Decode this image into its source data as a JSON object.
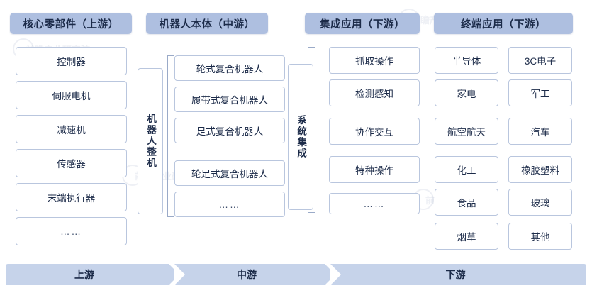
{
  "columns": {
    "upstream": {
      "header": "核心零部件（上游）",
      "items": [
        "控制器",
        "伺服电机",
        "减速机",
        "传感器",
        "末端执行器",
        "……"
      ]
    },
    "midstream": {
      "header": "机器人本体（中游）",
      "vertical_label": "机器人整机",
      "items": [
        "轮式复合机器人",
        "履带式复合机器人",
        "足式复合机器人",
        "轮足式复合机器人",
        "……"
      ]
    },
    "integration": {
      "header": "集成应用（下游）",
      "vertical_label": "系统集成",
      "items": [
        "抓取操作",
        "检测感知",
        "协作交互",
        "特种操作",
        "……"
      ]
    },
    "terminal": {
      "header": "终端应用（下游）",
      "col_left": [
        "半导体",
        "家电",
        "航空航天",
        "化工",
        "食品",
        "烟草"
      ],
      "col_right": [
        "3C电子",
        "军工",
        "汽车",
        "橡胶塑料",
        "玻璃",
        "其他"
      ]
    }
  },
  "flow_bar": {
    "segments": [
      "上游",
      "中游",
      "下游"
    ]
  },
  "watermarks": [
    "前瞻产业研究院",
    "前瞻产业研究院",
    "前瞻产业研究院"
  ],
  "colors": {
    "header_bg": "#aebfe0",
    "chevron_bg": "#c6d3ea",
    "box_border": "#b9c6de",
    "text": "#1c2b49"
  }
}
